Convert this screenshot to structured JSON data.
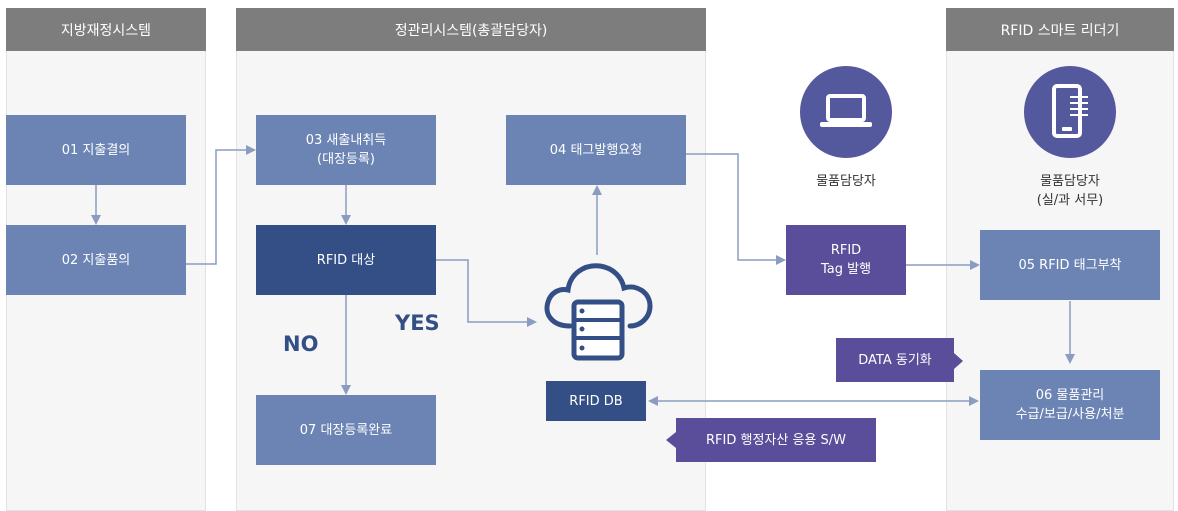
{
  "lanes": {
    "local_finance": "지방재정시스템",
    "asset_mgmt": "정관리시스템(총괄담당자)",
    "rfid_reader": "RFID 스마트 리더기"
  },
  "steps": {
    "s01": "01 지출결의",
    "s02": "02 지출품의",
    "s03_line1": "03 새출내취득",
    "s03_line2": "(대장등록)",
    "rfid_target": "RFID 대상",
    "s07": "07 대장등록완료",
    "s04": "04 태그발행요청",
    "rfid_db": "RFID DB",
    "rfid_tag_line1": "RFID",
    "rfid_tag_line2": "Tag 발행",
    "s05": "05 RFID 태그부착",
    "s06_line1": "06 물품관리",
    "s06_line2": "수급/보급/사용/처분",
    "data_sync": "DATA 동기화",
    "rfid_app": "RFID 행정자산 응용 S/W"
  },
  "decisions": {
    "yes": "YES",
    "no": "NO"
  },
  "roles": {
    "goods_manager": "물품담당자",
    "goods_manager2_line1": "물품담당자",
    "goods_manager2_line2": "(실/과 서무)"
  },
  "icons": {
    "laptop": "laptop-icon",
    "tablet": "tablet-icon",
    "cloud_server": "cloud-server-icon"
  },
  "colors": {
    "header_gray": "#7d7d7d",
    "box_light_blue": "#6c84b4",
    "box_dark_blue": "#344f86",
    "box_purple": "#5a4e9a",
    "arrow": "#8a9dc0"
  }
}
